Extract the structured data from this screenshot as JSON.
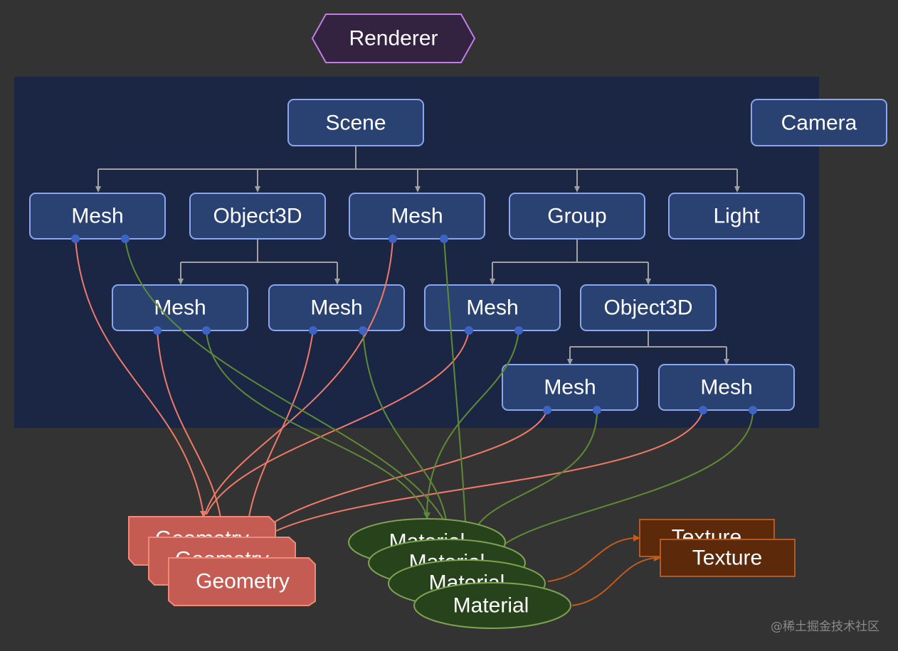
{
  "renderer": {
    "label": "Renderer"
  },
  "scene": {
    "label": "Scene"
  },
  "camera": {
    "label": "Camera"
  },
  "level1": [
    {
      "label": "Mesh"
    },
    {
      "label": "Object3D"
    },
    {
      "label": "Mesh"
    },
    {
      "label": "Group"
    },
    {
      "label": "Light"
    }
  ],
  "level2": [
    {
      "label": "Mesh"
    },
    {
      "label": "Mesh"
    },
    {
      "label": "Mesh"
    },
    {
      "label": "Object3D"
    }
  ],
  "level3": [
    {
      "label": "Mesh"
    },
    {
      "label": "Mesh"
    }
  ],
  "geometries": [
    {
      "label": "Geometry"
    },
    {
      "label": "Geometry"
    },
    {
      "label": "Geometry"
    }
  ],
  "materials": [
    {
      "label": "Material"
    },
    {
      "label": "Material"
    },
    {
      "label": "Material"
    },
    {
      "label": "Material"
    }
  ],
  "textures": [
    {
      "label": "Texture"
    },
    {
      "label": "Texture"
    }
  ],
  "watermark": "@稀土掘金技术社区",
  "colors": {
    "background": "#333333",
    "scene_panel": "#1b2645",
    "object_node": "#2a4272",
    "object_border": "#8aa6ee",
    "renderer_fill": "#332340",
    "renderer_border": "#c07ee6",
    "geometry_fill": "#c45c54",
    "geometry_border": "#ee8a7a",
    "material_fill": "#27431b",
    "material_border": "#7ea152",
    "texture_fill": "#5c2a0a",
    "texture_border": "#b25a22",
    "hierarchy_edge": "#a0a0a0",
    "geometry_edge": "#f07a68",
    "material_edge": "#5f8a35",
    "texture_edge": "#c55a1a"
  }
}
